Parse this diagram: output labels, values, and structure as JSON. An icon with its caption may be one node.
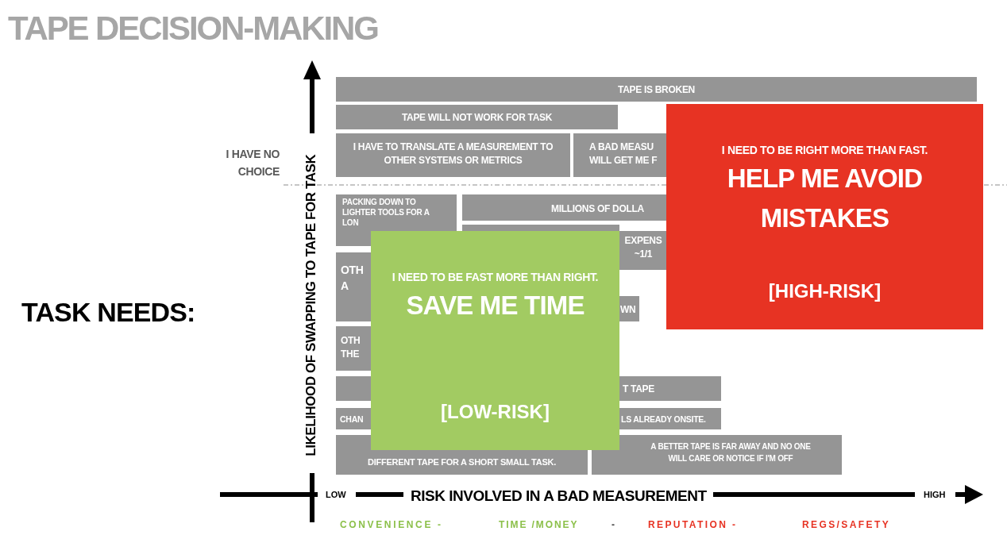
{
  "diagram": {
    "title": "TAPE DECISION-MAKING",
    "nodes": [
      {
        "text": [
          "TAPE IS BROKEN"
        ]
      },
      {
        "text": [
          "TAPE WILL NOT WORK FOR TASK"
        ]
      },
      {
        "text": [
          "I HAVE TO TRANSLATE A MEASUREMENT TO OTHER SYSTEMS OR METRICS"
        ]
      },
      {
        "text": [
          "A BAD MEASU WILL GET ME F"
        ]
      },
      {
        "text": [
          "PACKING DOWN TO LIGHTER TOOLS FOR A LON"
        ]
      },
      {
        "text": [
          "MILLIONS OF DOLLA"
        ]
      },
      {
        "text": [
          "EXPENS ~1/1"
        ]
      },
      {
        "text": [
          "OTH A"
        ]
      },
      {
        "text": [
          "WN"
        ]
      },
      {
        "text": [
          "OTH THE"
        ]
      },
      {
        "text": [
          "T TAPE"
        ]
      },
      {
        "text": [
          "CHAN"
        ]
      },
      {
        "text": [
          "LS ALREADY ONSITE."
        ]
      },
      {
        "text": [
          "DIFFERENT TAPE FOR A SHORT SMALL TASK."
        ]
      },
      {
        "text": [
          "A BETTER TAPE IS FAR AWAY AND NO ONE WILL CARE OR NOTICE IF I'M OFF"
        ]
      },
      {
        "text": [
          "I NEED TO BE FAST MORE THAN RIGHT.",
          "SAVE ME TIME",
          "[LOW-RISK]"
        ]
      },
      {
        "text": [
          "I NEED TO BE RIGHT MORE THAN FAST.",
          "HELP ME AVOID MISTAKES",
          "[HIGH-RISK]"
        ]
      },
      {
        "text": [],
        "shape": "box"
      }
    ],
    "edges": [],
    "labels": [
      "I HAVE NO CHOICE",
      "TASK NEEDS:",
      "LIKELIHOOD OF SWAPPING TO TAPE FOR TASK",
      "LOW",
      "RISK INVOLVED IN A BAD MEASUREMENT",
      "HIGH",
      "CONVENIENCE -",
      "TIME /MONEY",
      "-",
      "REPUTATION -",
      "REGS/SAFETY"
    ]
  }
}
